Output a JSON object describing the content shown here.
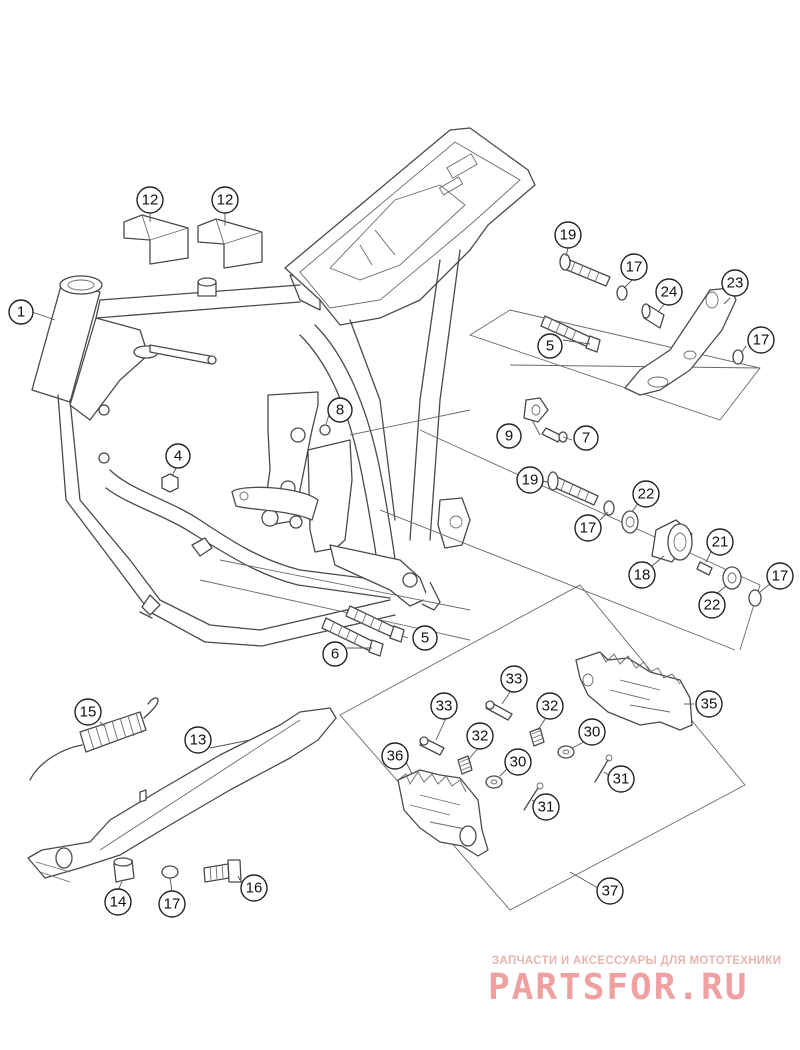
{
  "diagram": {
    "callouts": [
      {
        "id": "c1",
        "label": "1"
      },
      {
        "id": "c4",
        "label": "4"
      },
      {
        "id": "c5a",
        "label": "5"
      },
      {
        "id": "c5b",
        "label": "5"
      },
      {
        "id": "c6",
        "label": "6"
      },
      {
        "id": "c7",
        "label": "7"
      },
      {
        "id": "c8",
        "label": "8"
      },
      {
        "id": "c9",
        "label": "9"
      },
      {
        "id": "c12a",
        "label": "12"
      },
      {
        "id": "c12b",
        "label": "12"
      },
      {
        "id": "c13",
        "label": "13"
      },
      {
        "id": "c14",
        "label": "14"
      },
      {
        "id": "c15",
        "label": "15"
      },
      {
        "id": "c16",
        "label": "16"
      },
      {
        "id": "c17a",
        "label": "17"
      },
      {
        "id": "c17b",
        "label": "17"
      },
      {
        "id": "c17c",
        "label": "17"
      },
      {
        "id": "c17d",
        "label": "17"
      },
      {
        "id": "c17e",
        "label": "17"
      },
      {
        "id": "c18",
        "label": "18"
      },
      {
        "id": "c19a",
        "label": "19"
      },
      {
        "id": "c19b",
        "label": "19"
      },
      {
        "id": "c21",
        "label": "21"
      },
      {
        "id": "c22a",
        "label": "22"
      },
      {
        "id": "c22b",
        "label": "22"
      },
      {
        "id": "c23",
        "label": "23"
      },
      {
        "id": "c24",
        "label": "24"
      },
      {
        "id": "c30a",
        "label": "30"
      },
      {
        "id": "c30b",
        "label": "30"
      },
      {
        "id": "c31a",
        "label": "31"
      },
      {
        "id": "c31b",
        "label": "31"
      },
      {
        "id": "c32a",
        "label": "32"
      },
      {
        "id": "c32b",
        "label": "32"
      },
      {
        "id": "c33a",
        "label": "33"
      },
      {
        "id": "c33b",
        "label": "33"
      },
      {
        "id": "c35",
        "label": "35"
      },
      {
        "id": "c36",
        "label": "36"
      },
      {
        "id": "c37",
        "label": "37"
      }
    ]
  },
  "watermark": {
    "tagline": "ЗАПЧАСТИ И АКСЕССУАРЫ ДЛЯ МОТОТЕХНИКИ",
    "logo": "PARTSFOR.RU",
    "tagline_color": "#e8b4b4",
    "logo_color": "#f0a0a0"
  }
}
